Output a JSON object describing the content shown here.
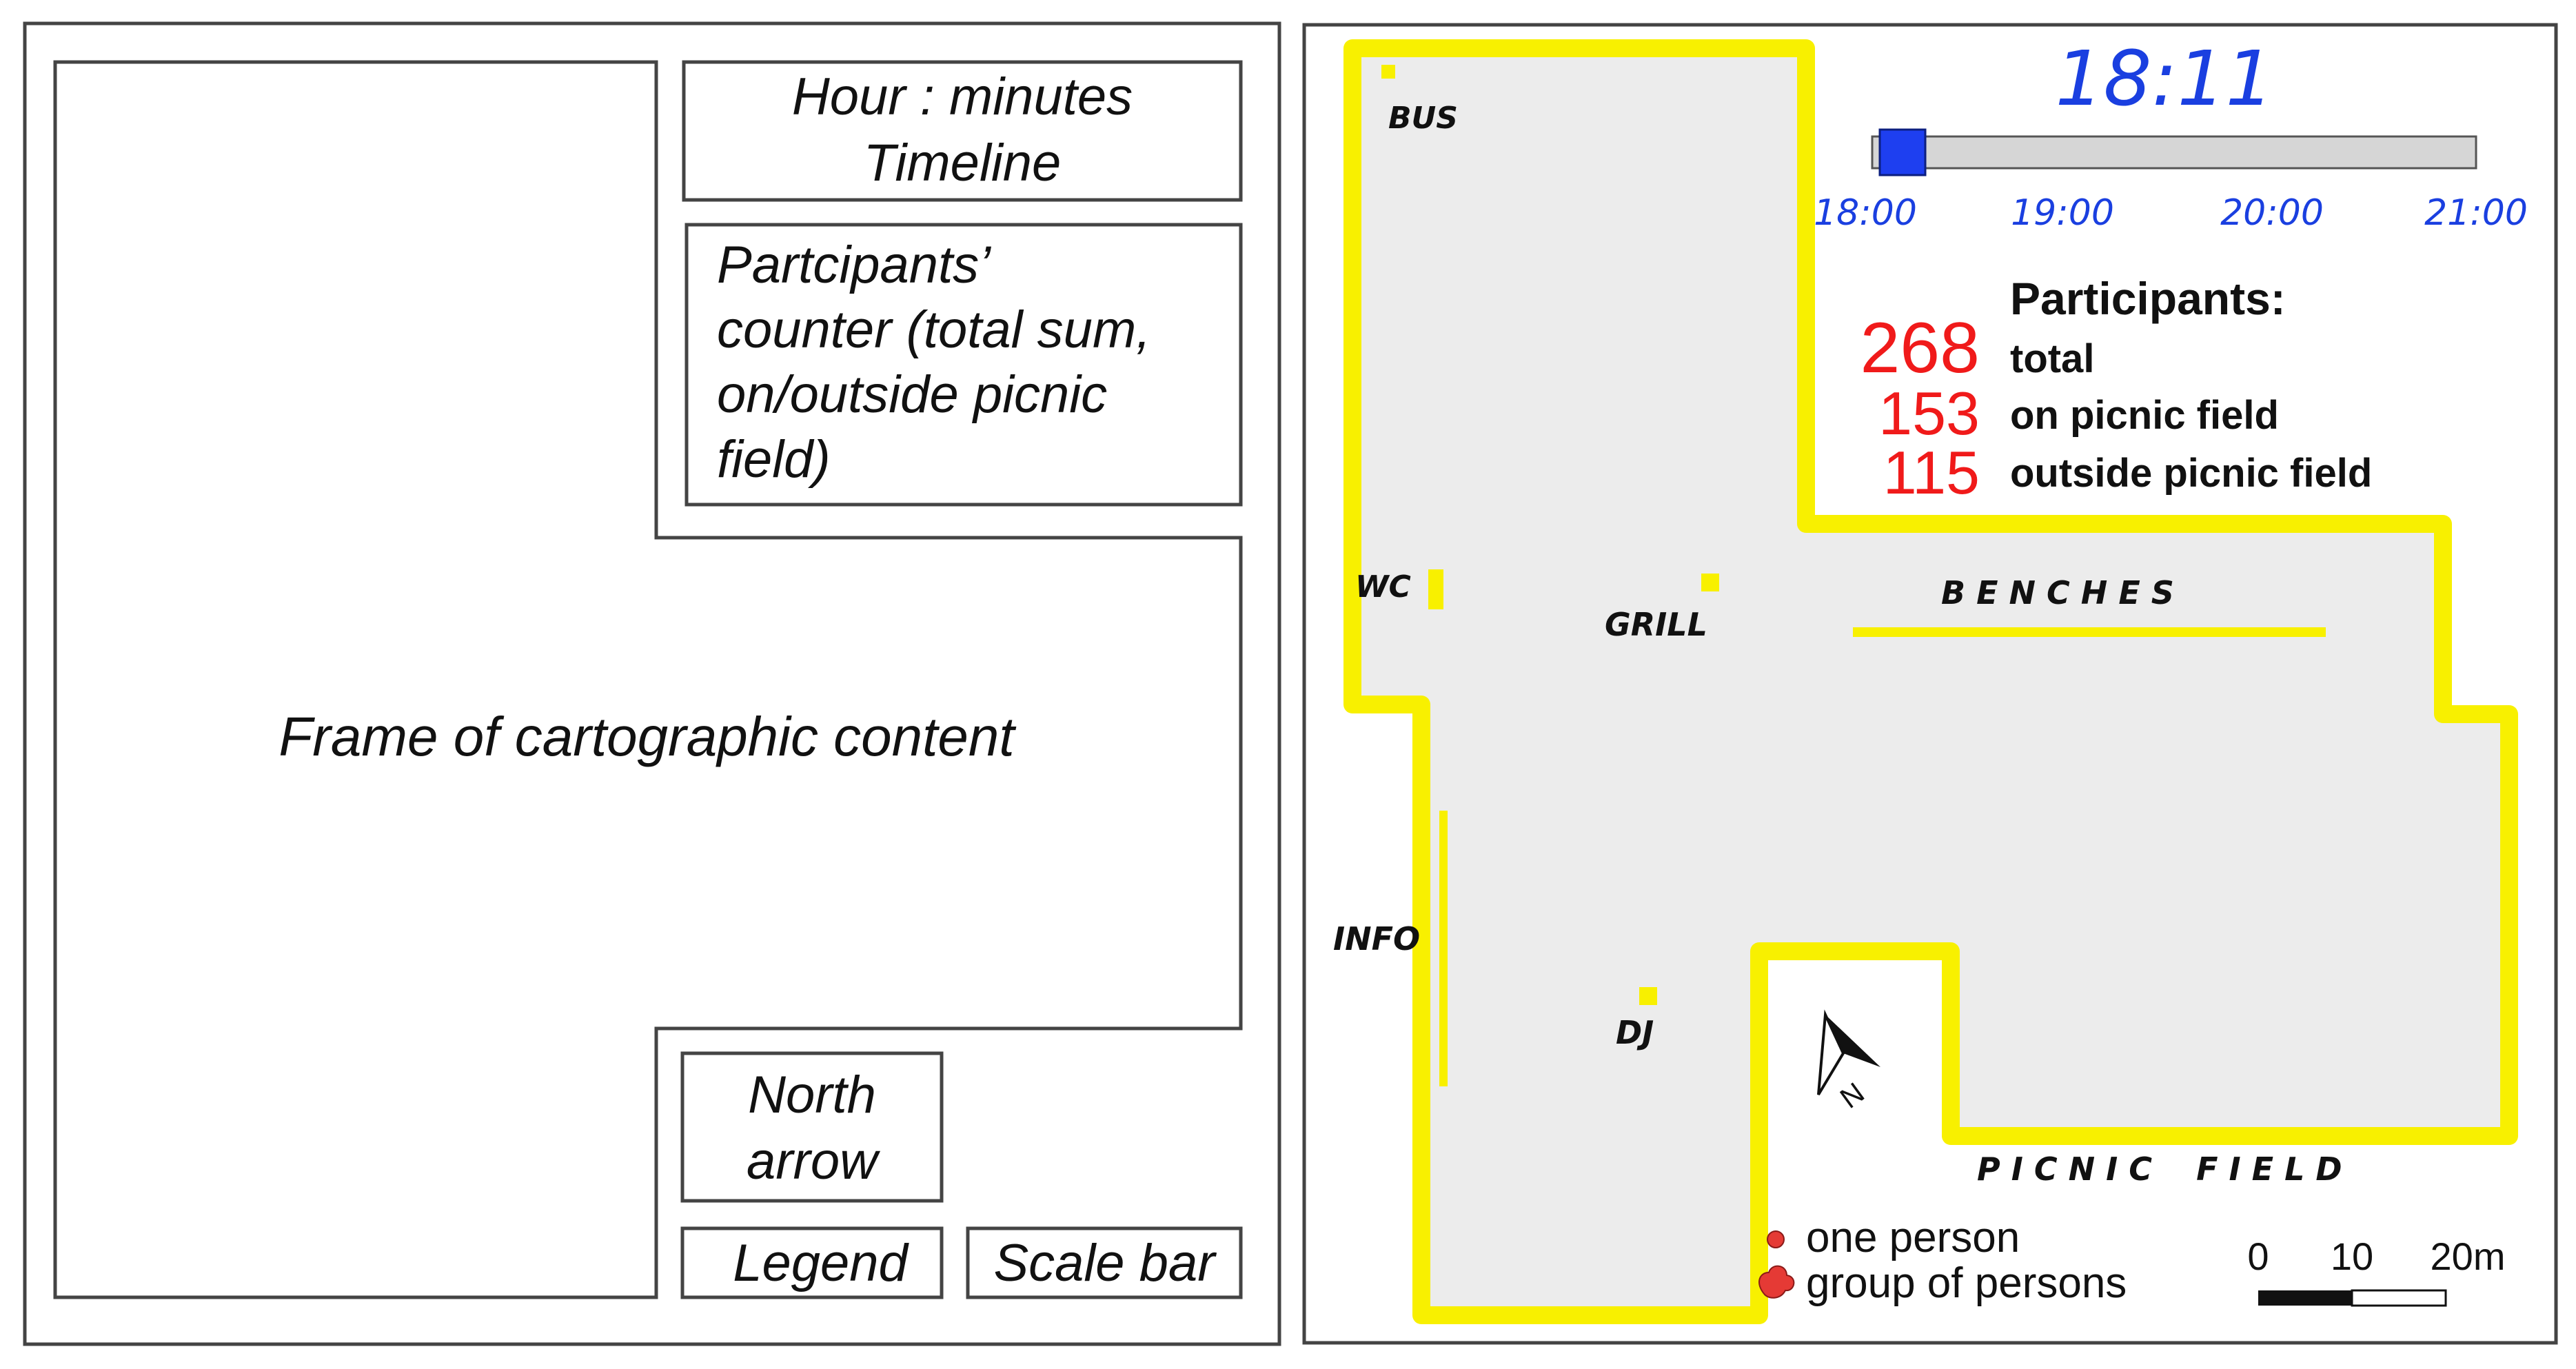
{
  "layout_scheme": {
    "timeline_box": {
      "line1": "Hour : minutes",
      "line2": "Timeline"
    },
    "counter_box": {
      "lines": [
        "Partcipants’",
        "counter (total sum,",
        "on/outside picnic",
        "field)"
      ]
    },
    "frame_label": "Frame of cartographic content",
    "north_box": {
      "line1": "North",
      "line2": "arrow"
    },
    "legend_label": "Legend",
    "scalebar_label": "Scale bar"
  },
  "map": {
    "clock": "18:11",
    "timeline": {
      "ticks": [
        "18:00",
        "19:00",
        "20:00",
        "21:00"
      ],
      "progress": 0.061
    },
    "participants": {
      "title": "Participants:",
      "total": {
        "value": "268",
        "label": "total"
      },
      "on_field": {
        "value": "153",
        "label": "on picnic field"
      },
      "outside": {
        "value": "115",
        "label": "outside picnic field"
      }
    },
    "labels": {
      "bus": "BUS",
      "wc": "WC",
      "grill": "GRILL",
      "benches": "B E N C H E S",
      "info": "INFO",
      "dj": "DJ",
      "picnic_field": "P I C N I C    F I E L D"
    },
    "north_label": "N",
    "legend": {
      "one_person": "one person",
      "group": "group of persons"
    },
    "scale": {
      "t0": "0",
      "t1": "10",
      "t2": "20m"
    },
    "colors": {
      "boundary": "#f8f000",
      "area": "#ececec",
      "accent": "#1a3fe0",
      "counter": "#f01a1a",
      "handle": "#1e3ff0"
    }
  }
}
